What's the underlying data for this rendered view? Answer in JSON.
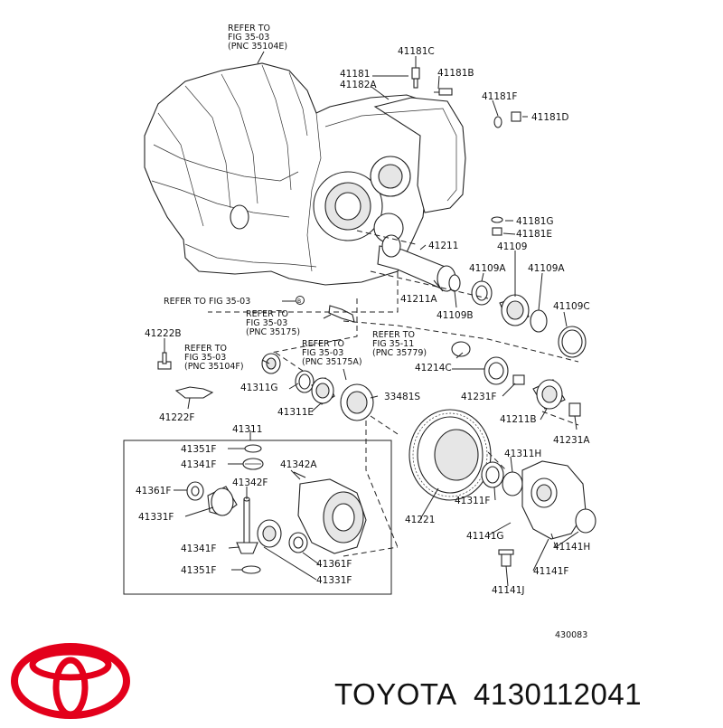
{
  "labels": {
    "ref_top_1": "REFER TO",
    "ref_top_2": "FIG 35-03",
    "ref_top_3": "(PNC 35104E)",
    "p41181C": "41181C",
    "p41181": "41181",
    "p41182A": "41182A",
    "p41181B": "41181B",
    "p41181F": "41181F",
    "p41181D": "41181D",
    "p41181G": "41181G",
    "p41181E": "41181E",
    "p41211": "41211",
    "p41109": "41109",
    "p41109A_1": "41109A",
    "p41109A_2": "41109A",
    "p41211A": "41211A",
    "p41109B": "41109B",
    "p41109C": "41109C",
    "ref_b": "REFER TO FIG 35-03",
    "ref_b_marker": "B",
    "ref_175_1": "REFER TO",
    "ref_175_2": "FIG 35-03",
    "ref_175_3": "(PNC 35175)",
    "p41222B": "41222B",
    "ref_104f_1": "REFER TO",
    "ref_104f_2": "FIG 35-03",
    "ref_104f_3": "(PNC 35104F)",
    "ref_175a_1": "REFER TO",
    "ref_175a_2": "FIG 35-03",
    "ref_175a_3": "(PNC 35175A)",
    "ref_779_1": "REFER TO",
    "ref_779_2": "FIG 35-11",
    "ref_779_3": "(PNC 35779)",
    "p41214C": "41214C",
    "p41311G": "41311G",
    "p33481S": "33481S",
    "p41231F": "41231F",
    "p41311E": "41311E",
    "p41222F": "41222F",
    "p41211B": "41211B",
    "p41231A": "41231A",
    "p41311": "41311",
    "p41351F_1": "41351F",
    "p41341F_1": "41341F",
    "p41342A": "41342A",
    "p41342F": "41342F",
    "p41361F_1": "41361F",
    "p41331F_1": "41331F",
    "p41311H": "41311H",
    "p41311F": "41311F",
    "p41221": "41221",
    "p41141G": "41141G",
    "p41141H": "41141H",
    "p41341F_2": "41341F",
    "p41361F_2": "41361F",
    "p41351F_2": "41351F",
    "p41331F_2": "41331F",
    "p41141F": "41141F",
    "p41141J": "41141J",
    "figure_code": "430083"
  },
  "brand": {
    "name": "TOYOTA",
    "part_number": "4130112041",
    "logo_color": "#e3001b"
  }
}
